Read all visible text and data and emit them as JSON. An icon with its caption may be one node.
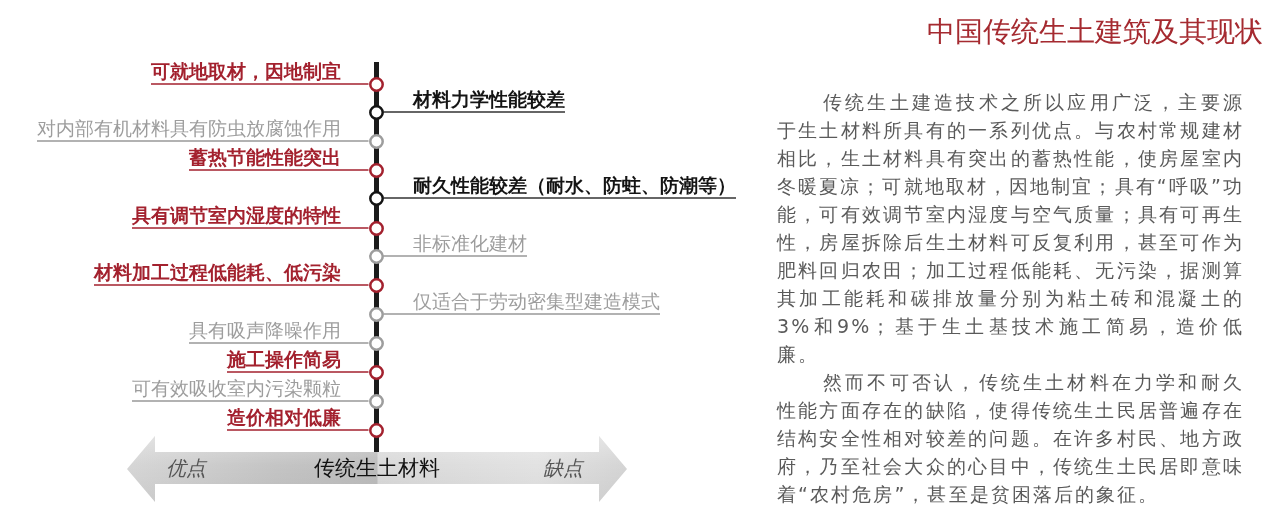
{
  "diagram": {
    "title": "中国传统生土建筑及其现状",
    "nodes": [
      {
        "text": [
          "可就地取材，因地制宜"
        ]
      },
      {
        "text": [],
        "shape": "circle"
      },
      {
        "text": [
          "材料力学性能较差"
        ]
      },
      {
        "text": [],
        "shape": "circle"
      },
      {
        "text": [
          "对内部有机材料具有防虫放腐蚀作用"
        ]
      },
      {
        "text": [],
        "shape": "circle"
      },
      {
        "text": [
          "蓄热节能性能突出"
        ]
      },
      {
        "text": [],
        "shape": "circle"
      },
      {
        "text": [
          "耐久性能较差（耐水、防蛀、防潮等）"
        ]
      },
      {
        "text": [],
        "shape": "circle"
      },
      {
        "text": [
          "具有调节室内湿度的特性"
        ]
      },
      {
        "text": [],
        "shape": "circle"
      },
      {
        "text": [
          "非标准化建材"
        ]
      },
      {
        "text": [],
        "shape": "circle"
      },
      {
        "text": [
          "材料加工过程低能耗、低污染"
        ]
      },
      {
        "text": [],
        "shape": "circle"
      },
      {
        "text": [
          "仅适合于劳动密集型建造模式"
        ]
      },
      {
        "text": [],
        "shape": "circle"
      },
      {
        "text": [
          "具有吸声降噪作用"
        ]
      },
      {
        "text": [],
        "shape": "circle"
      },
      {
        "text": [
          "施工操作简易"
        ]
      },
      {
        "text": [],
        "shape": "circle"
      },
      {
        "text": [
          "可有效吸收室内污染颗粒"
        ]
      },
      {
        "text": [],
        "shape": "circle"
      },
      {
        "text": [
          "造价相对低廉"
        ]
      },
      {
        "text": [],
        "shape": "circle"
      },
      {
        "text": [
          "优点",
          "传统生土材料",
          "缺点"
        ]
      }
    ],
    "edges": [
      {
        "from": 0,
        "to": 1,
        "arrow": "none"
      },
      {
        "from": 2,
        "to": 3,
        "arrow": "none",
        "color": "#333333"
      },
      {
        "from": 4,
        "to": 5,
        "arrow": "none",
        "color": "#999999"
      },
      {
        "from": 6,
        "to": 7,
        "arrow": "none"
      },
      {
        "from": 8,
        "to": 9,
        "arrow": "none",
        "color": "#333333"
      },
      {
        "from": 10,
        "to": 11,
        "arrow": "none"
      },
      {
        "from": 12,
        "to": 13,
        "arrow": "none",
        "color": "#999999"
      },
      {
        "from": 14,
        "to": 15,
        "arrow": "none"
      },
      {
        "from": 16,
        "to": 17,
        "arrow": "none",
        "color": "#999999"
      },
      {
        "from": 18,
        "to": 19,
        "arrow": "none",
        "color": "#999999"
      },
      {
        "from": 20,
        "to": 21,
        "arrow": "none"
      },
      {
        "from": 22,
        "to": 23,
        "arrow": "none",
        "color": "#999999"
      },
      {
        "from": 24,
        "to": 25,
        "arrow": "none"
      }
    ],
    "labels": [
      "传统生土建造技术之所以应用广泛，主要源于生土材料所具有的一系列优点。与农村常规建材相比，生土材料具有突出的蓄热性能，使房屋室内冬暖夏凉；可就地取材，因地制宜；具有“呼吸”功能，可有效调节室内湿度与空气质量；具有可再生性，房屋拆除后生土材料可反复利用，甚至可作为肥料回归农田；加工过程低能耗、无污染，据测算其加工能耗和碳排放量分别为粘土砖和混凝土的3%和9%；基于生土基技术施工简易，造价低廉。",
      "然而不可否认，传统生土材料在力学和耐久性能方面存在的缺陷，使得传统生土民居普遍存在结构安全性相对较差的问题。在许多村民、地方政府，乃至社会大众的心目中，传统生土民居即意味着“农村危房”，甚至是贫困落后的象征。"
    ]
  }
}
